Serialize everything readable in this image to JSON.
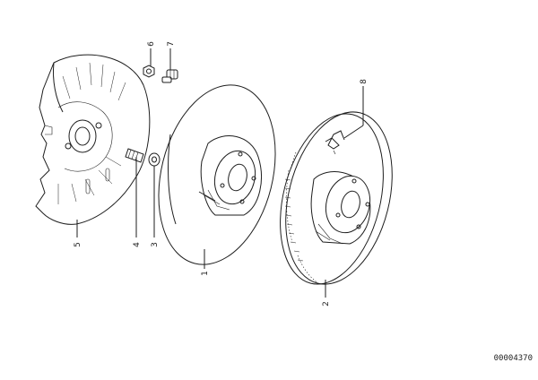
{
  "callouts": {
    "c1": "1",
    "c2": "2",
    "c3": "3",
    "c4": "4",
    "c5": "5",
    "c6": "6",
    "c7": "7",
    "c8": "8"
  },
  "reference_number": "00004370"
}
